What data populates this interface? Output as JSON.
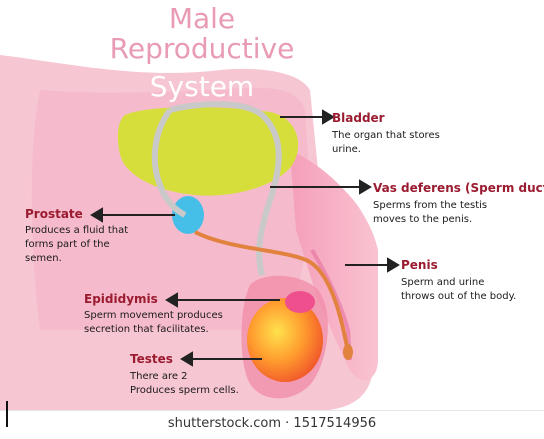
{
  "title": {
    "line1": "Male",
    "line2": "Reproductive",
    "line3": "System"
  },
  "labels": {
    "bladder": {
      "name": "Bladder",
      "desc1": "The organ that stores",
      "desc2": "urine."
    },
    "vas": {
      "name": "Vas deferens (Sperm duct)",
      "desc1": "Sperms from the testis",
      "desc2": "moves to the penis."
    },
    "penis": {
      "name": "Penis",
      "desc1": "Sperm and urine",
      "desc2": "throws out of the body."
    },
    "prostate": {
      "name": "Prostate",
      "desc1": "Produces a fluid that",
      "desc2": "forms part of the",
      "desc3": "semen."
    },
    "epididymis": {
      "name": "Epididymis",
      "desc1": "Sperm movement produces",
      "desc2": "secretion that facilitates."
    },
    "testes": {
      "name": "Testes",
      "desc1": "There are 2",
      "desc2": "Produces sperm cells."
    }
  },
  "footer": {
    "watermark": "shutterstock.com · 1517514956"
  },
  "colors": {
    "skin": "#f7c6d3",
    "skin_dark": "#f0a6bc",
    "bladder": "#d6de3c",
    "prostate": "#46bfe8",
    "duct": "#c9c9c9",
    "duct_orange": "#e2823f",
    "testis": "#f47a2a",
    "epididymis": "#ef4f8c",
    "label": "#9b1b30"
  }
}
